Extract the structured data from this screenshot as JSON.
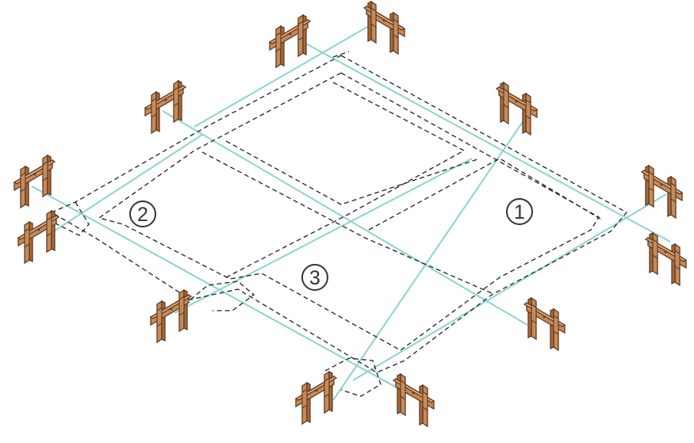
{
  "diagram": {
    "description_labels": [
      {
        "id": "area-1",
        "text": "1"
      },
      {
        "id": "area-2",
        "text": "2"
      },
      {
        "id": "area-3",
        "text": "3"
      }
    ],
    "colors": {
      "string_line": "#8ed3cf",
      "footing_outline": "#222222",
      "batter_board_fill": "#b97a4c",
      "batter_board_stroke": "#5e3a1f",
      "label": "#333333"
    }
  }
}
